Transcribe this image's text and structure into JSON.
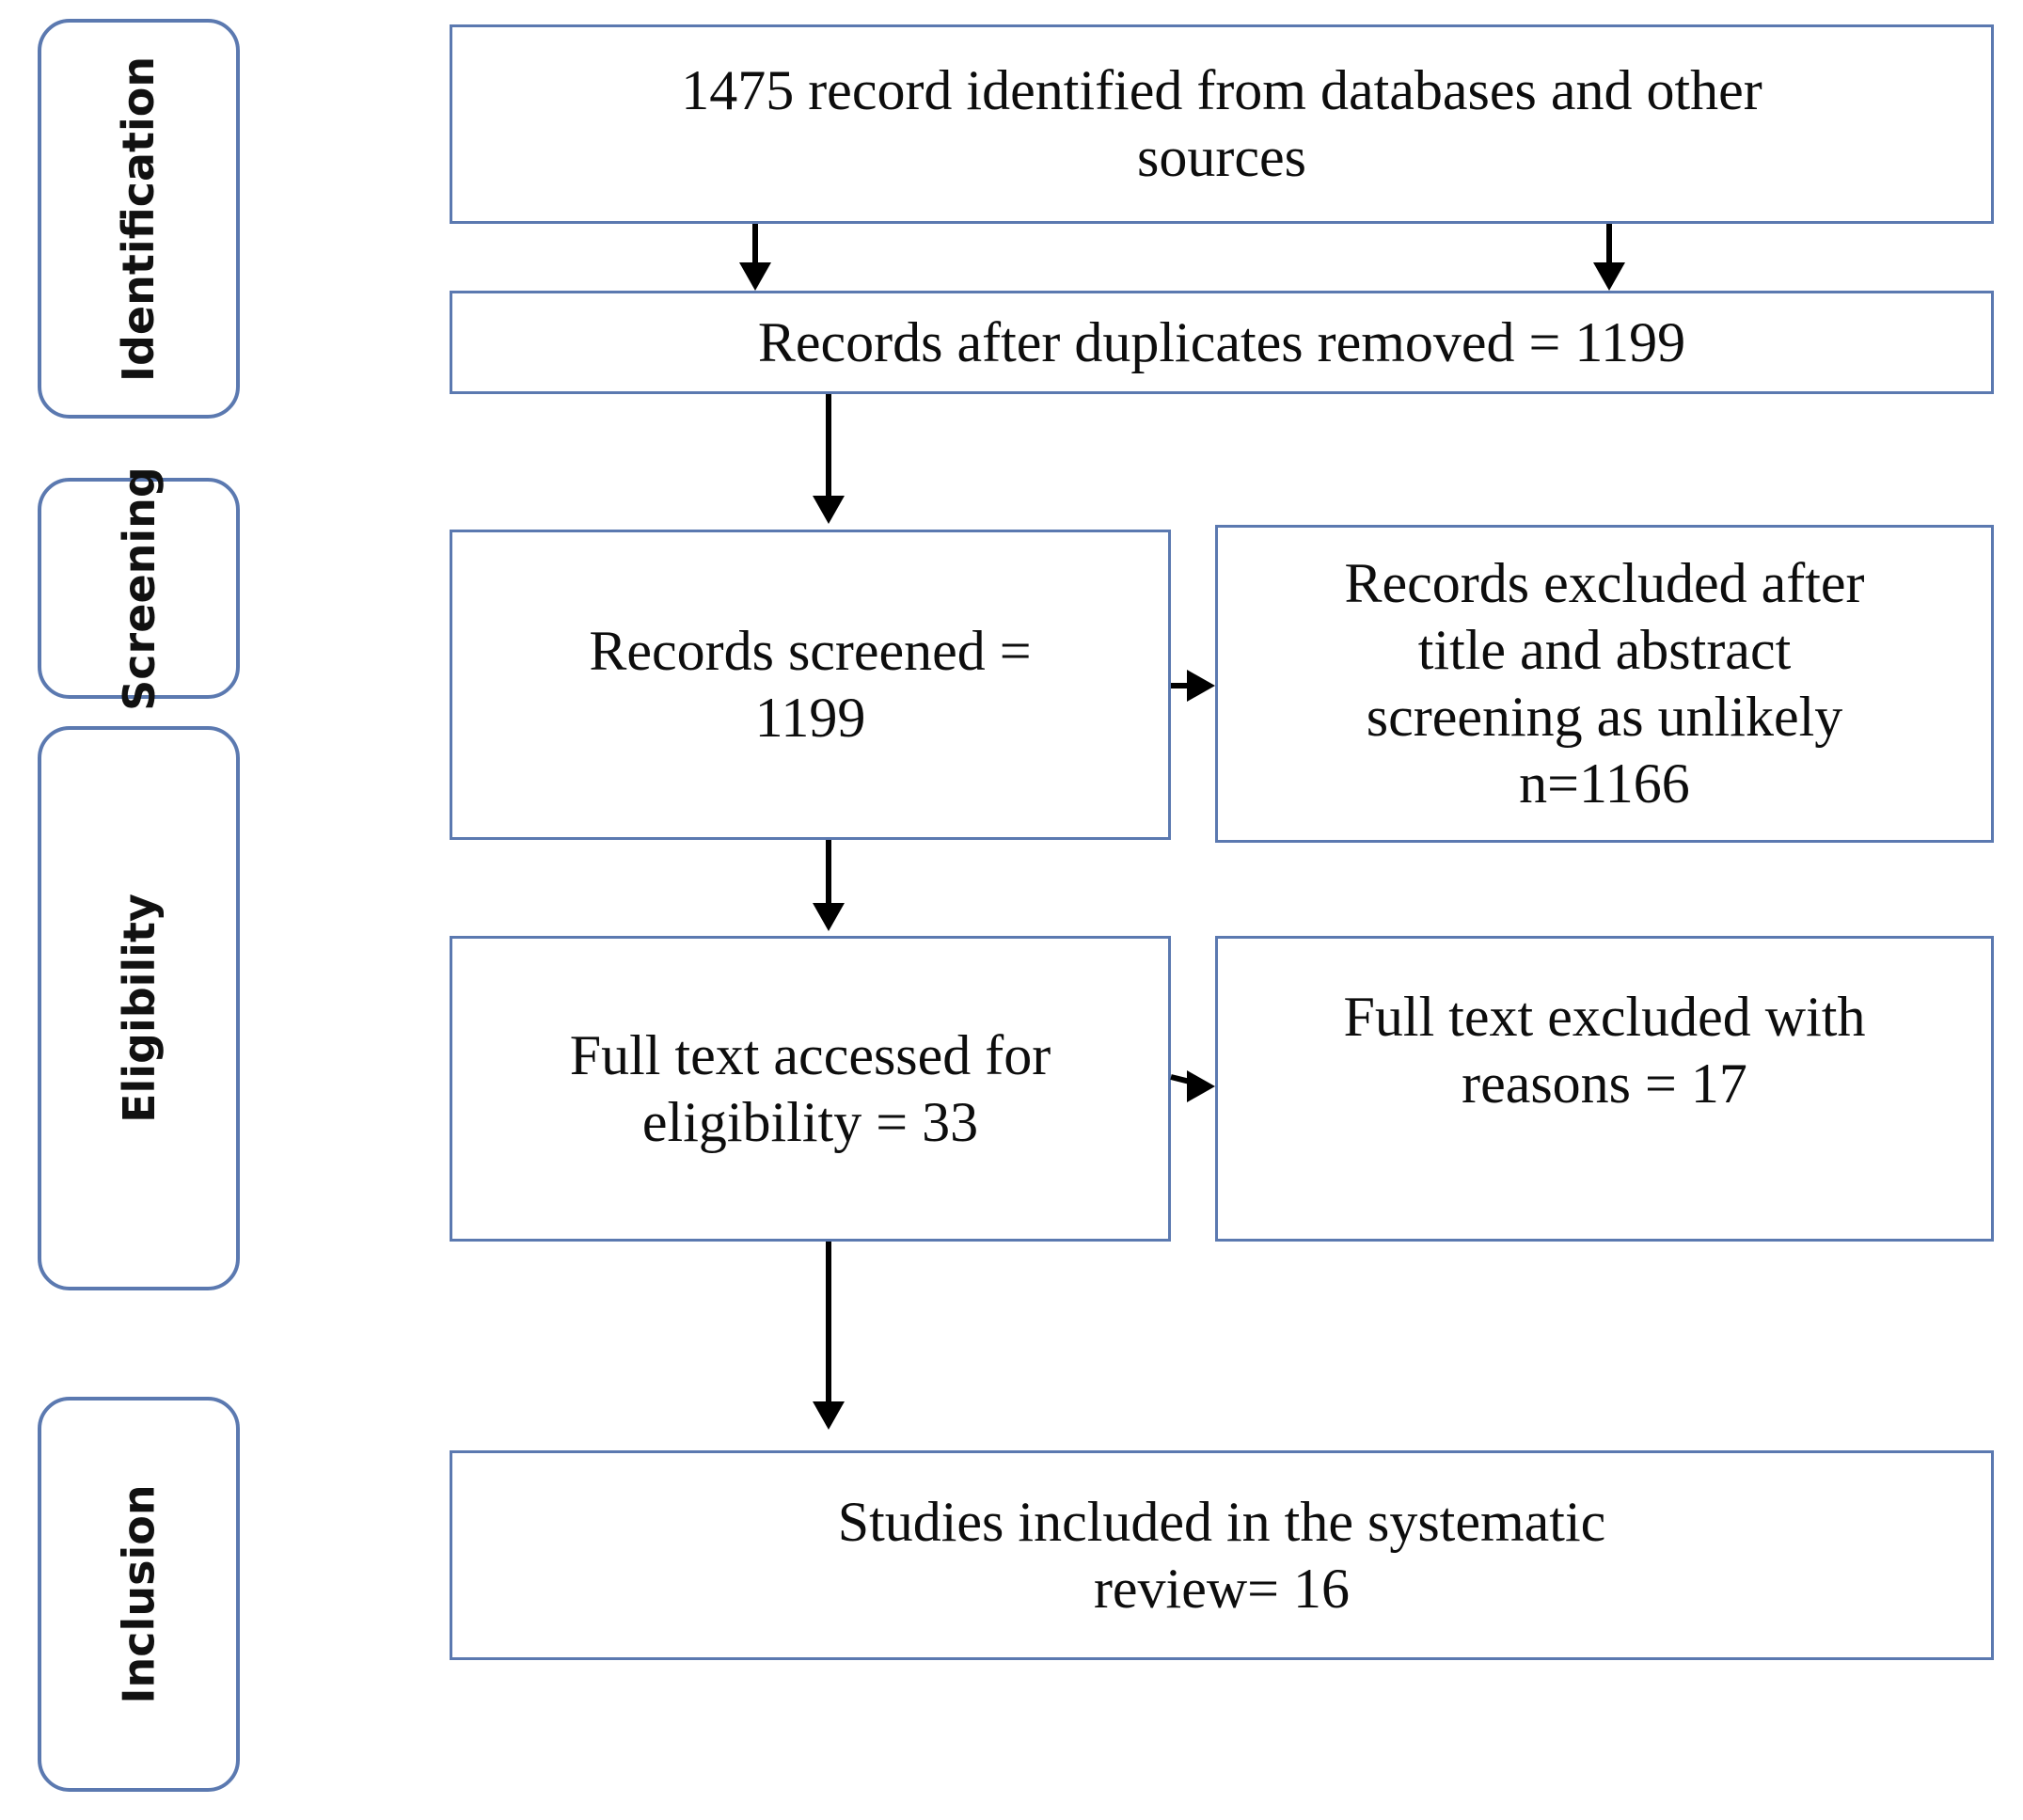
{
  "diagram": {
    "title": "PRISMA flow diagram",
    "accent_color": "#5B79B0",
    "arrow_color": "#000000",
    "background_color": "#FFFFFF",
    "stages": [
      {
        "id": "identification",
        "label": "Identification"
      },
      {
        "id": "screening",
        "label": "Screening"
      },
      {
        "id": "eligibility",
        "label": "Eligibility"
      },
      {
        "id": "inclusion",
        "label": "Inclusion"
      }
    ],
    "boxes": {
      "identified": {
        "text": "1475 record identified from databases  and other\nsources",
        "count": 1475
      },
      "deduplicated": {
        "text": "Records after duplicates removed =  1199",
        "count": 1199
      },
      "screened": {
        "text": "Records screened =\n1199",
        "count": 1199
      },
      "excluded_title_abstract": {
        "text": "Records excluded after\ntitle and abstract\nscreening as unlikely\nn=1166",
        "count": 1166
      },
      "full_text_assessed": {
        "text": "Full text accessed  for\neligibility  = 33",
        "count": 33
      },
      "full_text_excluded": {
        "text": "Full text excluded  with\nreasons = 17",
        "count": 17
      },
      "included": {
        "text": "Studies included in the systematic\nreview= 16",
        "count": 16
      }
    },
    "connectors": [
      {
        "id": "identified-to-dedup-left",
        "type": "down"
      },
      {
        "id": "identified-to-dedup-right",
        "type": "down"
      },
      {
        "id": "dedup-to-screened",
        "type": "down"
      },
      {
        "id": "screened-to-excluded",
        "type": "right"
      },
      {
        "id": "screened-to-fulltext",
        "type": "down"
      },
      {
        "id": "fulltext-to-excluded",
        "type": "right"
      },
      {
        "id": "fulltext-to-included",
        "type": "down"
      }
    ]
  }
}
